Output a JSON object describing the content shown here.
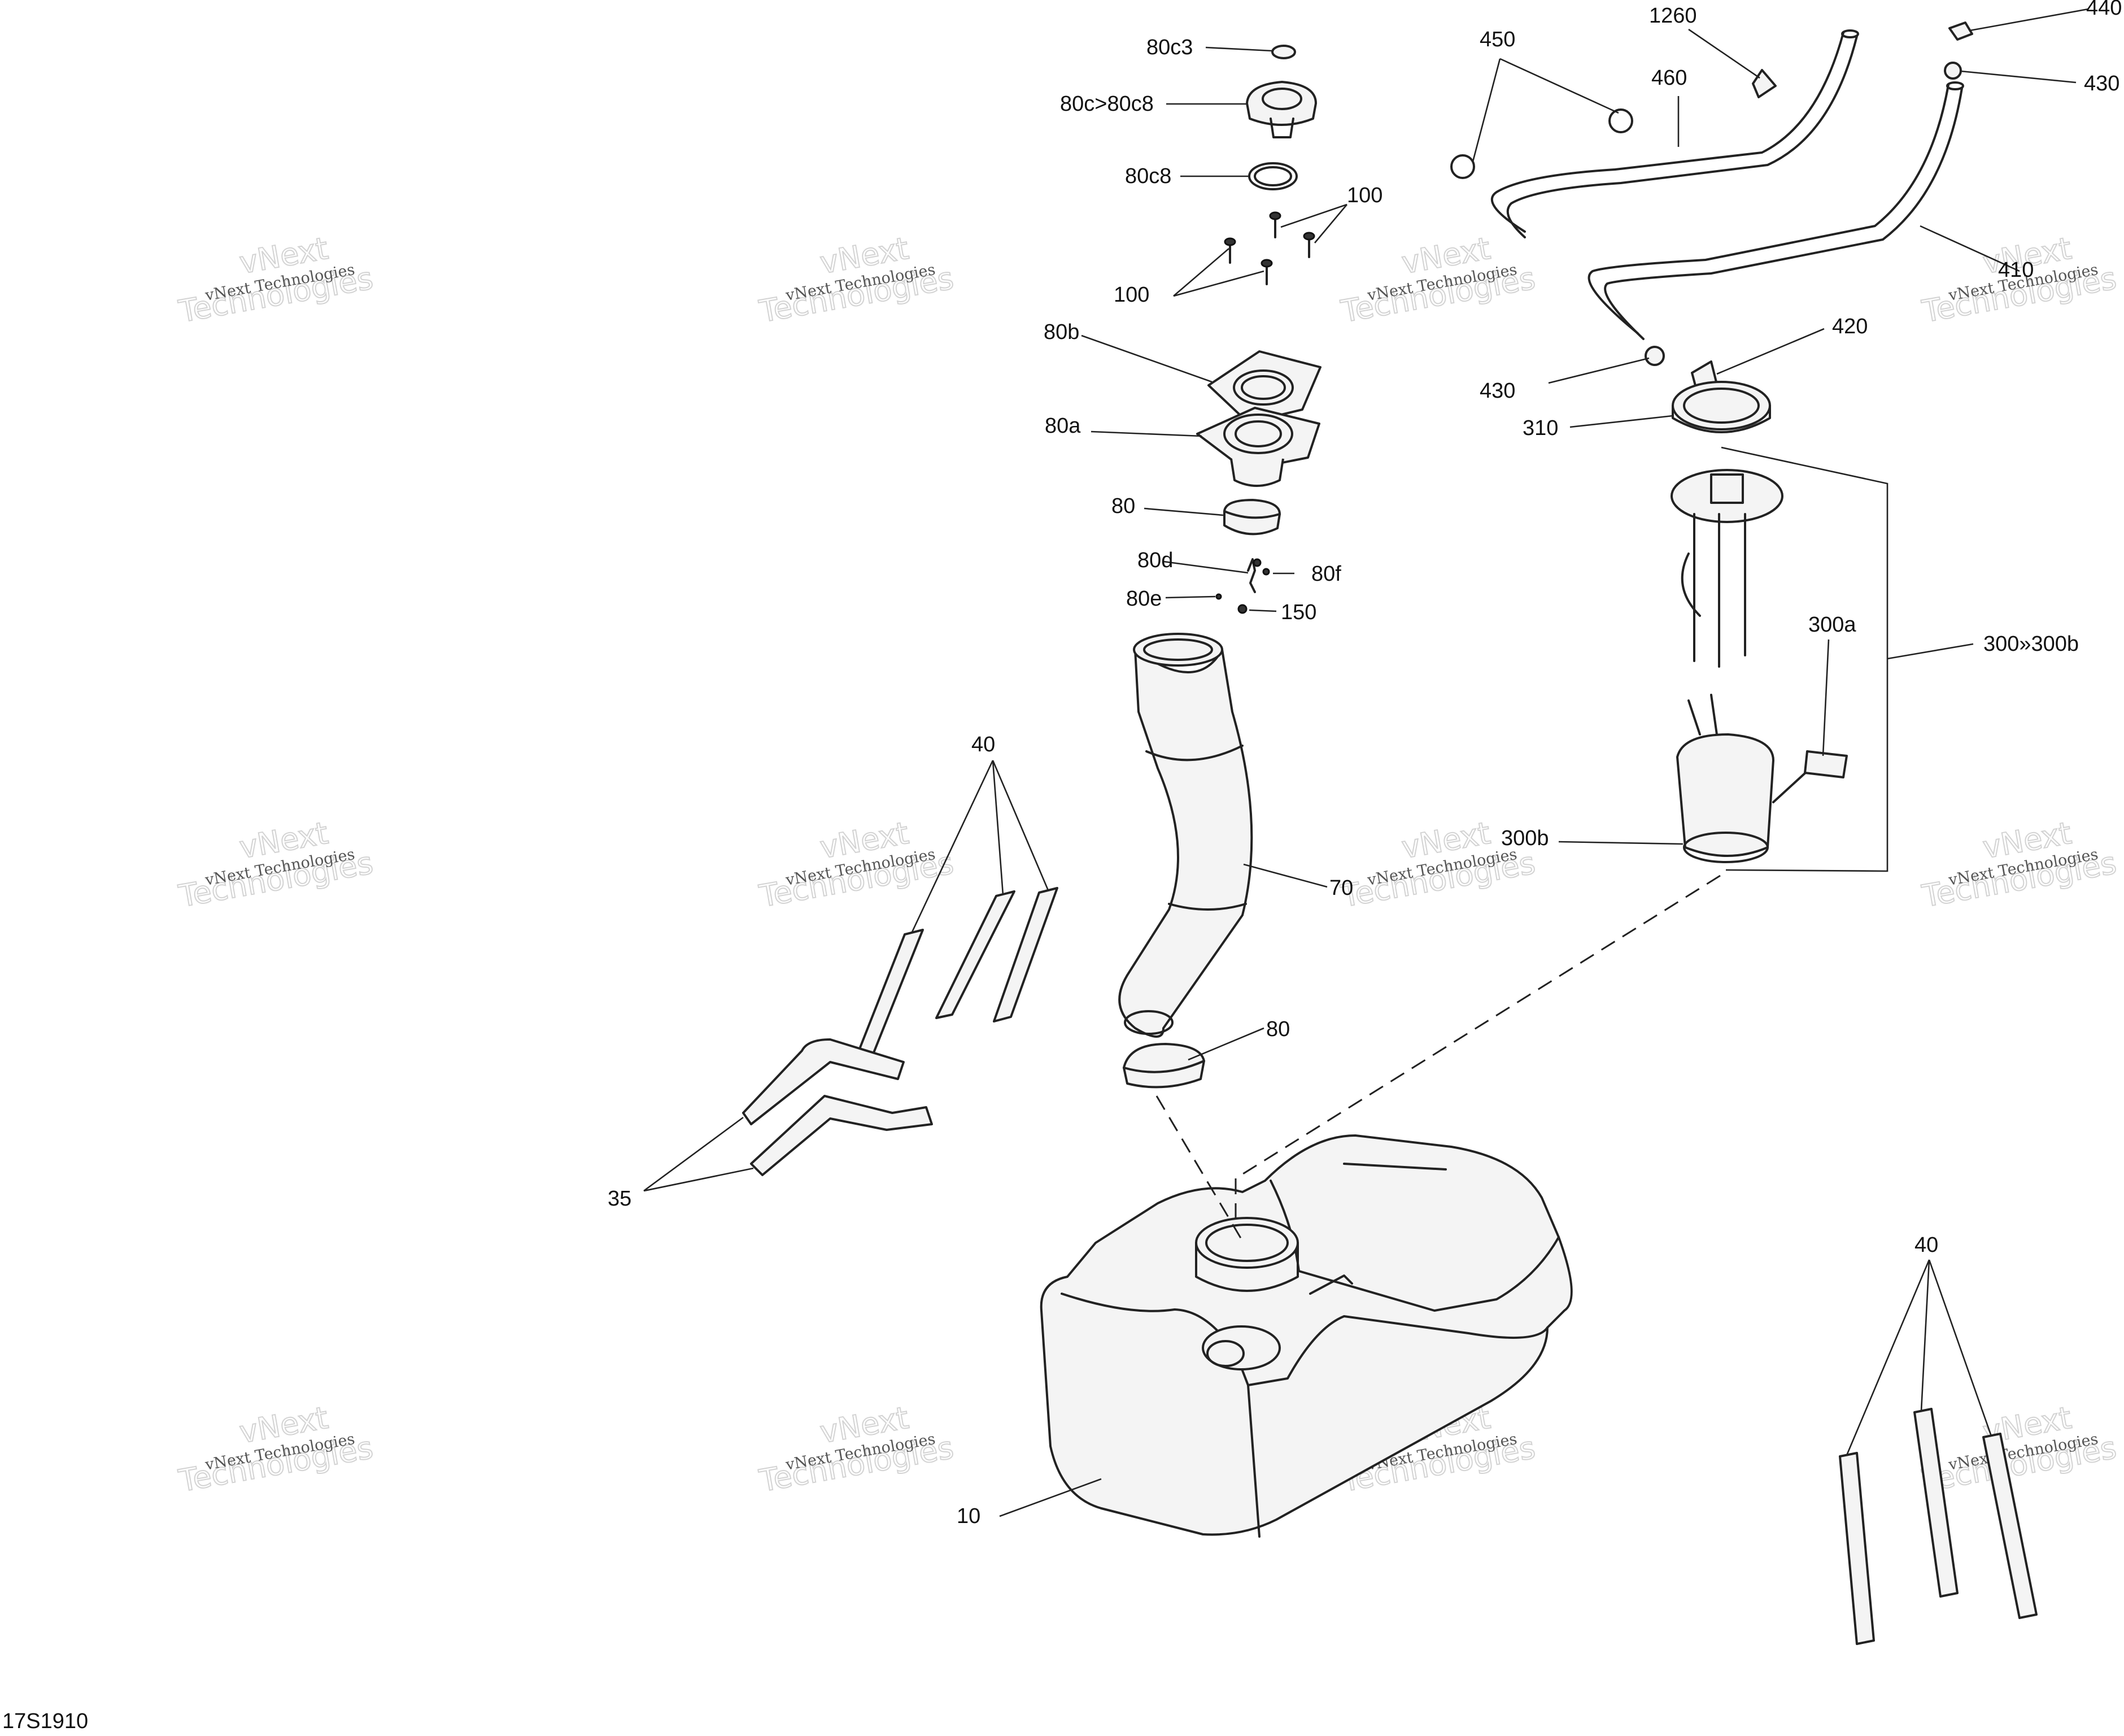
{
  "diagram_code": "17S1910",
  "watermark": {
    "line": "vNext Technologies",
    "big_top": "vNext",
    "big_bottom": "Technologies"
  },
  "labels": {
    "p10": "10",
    "p35": "35",
    "p40a": "40",
    "p40b": "40",
    "p70": "70",
    "p80a": "80",
    "p80b": "80",
    "p80_a": "80a",
    "p80_b": "80b",
    "p80c_range": "80c>80c8",
    "p80c3": "80c3",
    "p80c8": "80c8",
    "p80d": "80d",
    "p80e": "80e",
    "p80f": "80f",
    "p100a": "100",
    "p100b": "100",
    "p150": "150",
    "p300_range": "300»300b",
    "p300a": "300a",
    "p300b": "300b",
    "p310": "310",
    "p410": "410",
    "p420": "420",
    "p430a": "430",
    "p430b": "430",
    "p440": "440",
    "p450": "450",
    "p460": "460",
    "p1260": "1260"
  }
}
